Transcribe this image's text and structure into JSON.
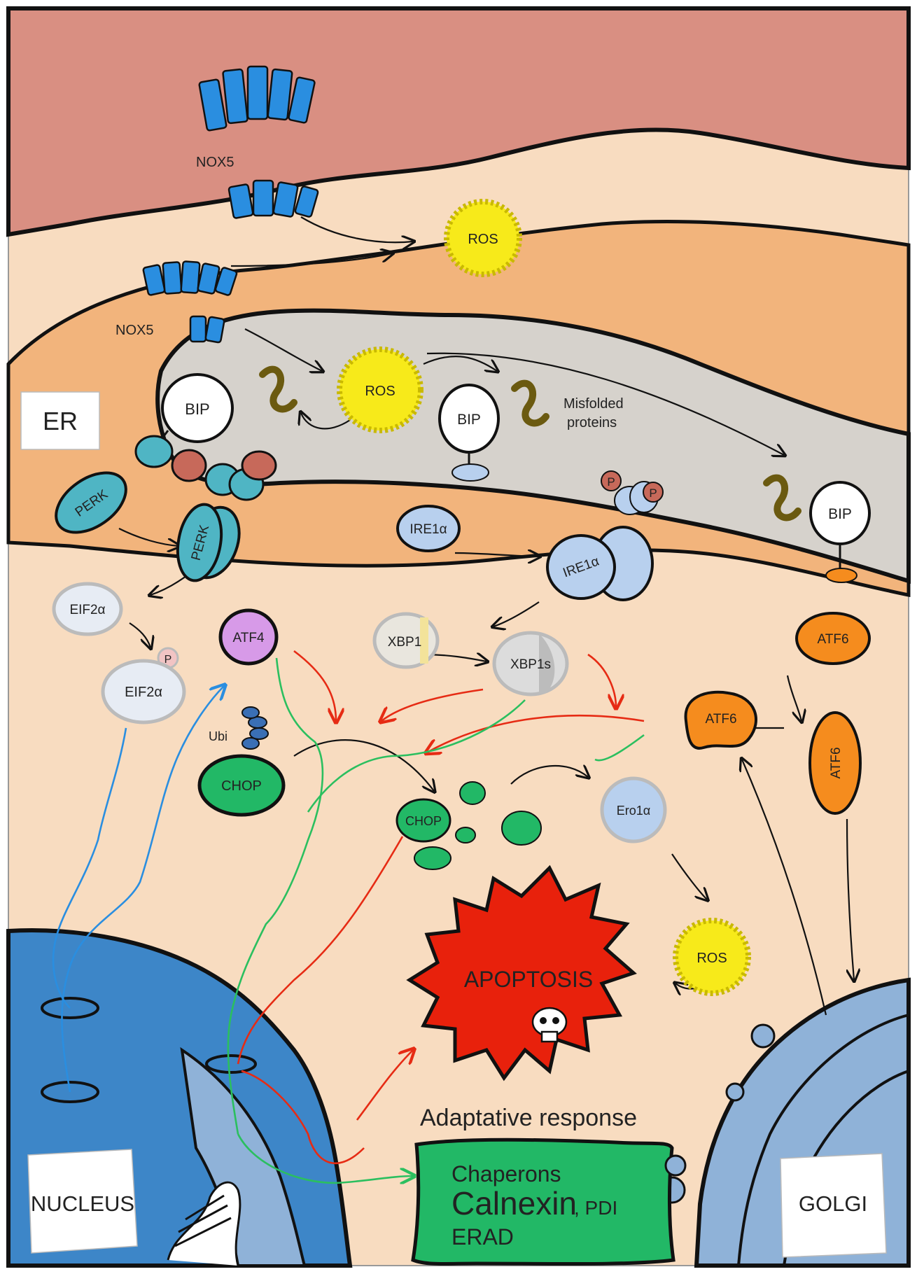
{
  "regions": {
    "er": "ER",
    "nucleus": "NUCLEUS",
    "golgi": "GOLGI"
  },
  "proteins": {
    "nox5_top": "NOX5",
    "nox5_er": "NOX5",
    "ros_1": "ROS",
    "ros_2": "ROS",
    "ros_3": "ROS",
    "bip_1": "BIP",
    "bip_2": "BIP",
    "bip_3": "BIP",
    "misfolded": "Misfolded",
    "misfolded_2": "proteins",
    "perk_1": "PERK",
    "perk_2": "PERK",
    "ire1_1": "IRE1α",
    "ire1_2": "IRE1α",
    "eif2a_1": "EIF2α",
    "eif2a_2": "EIF2α",
    "phospho": "P",
    "atf4": "ATF4",
    "xbp1": "XBP1",
    "xbp1s": "XBP1s",
    "atf6_1": "ATF6",
    "atf6_2": "ATF6",
    "atf6_3": "ATF6",
    "ubi": "Ubi",
    "chop_1": "CHOP",
    "chop_2": "CHOP",
    "ero1a": "Ero1α"
  },
  "outcomes": {
    "apoptosis": "APOPTOSIS",
    "adaptive_title": "Adaptative response",
    "chaperons": "Chaperons",
    "calnexin": "Calnexin",
    "pdi": ", PDI",
    "erad": "ERAD"
  },
  "colors": {
    "membrane": "#d98f82",
    "cytosol": "#f8dcc0",
    "er_band": "#f2b47c",
    "er_lumen": "#d6d2cc",
    "nox5": "#2a8ee0",
    "ros": "#f7ea1a",
    "perk": "#4fb5c4",
    "ire1": "#b8d0ee",
    "atf4": "#d79ae8",
    "atf6": "#f58c1e",
    "chop": "#22b866",
    "apoptosis": "#e8210c",
    "nucleus": "#3d86c8",
    "golgi": "#8fb2d8",
    "arrow_red": "#e62b14",
    "arrow_green": "#2bbf5f",
    "arrow_blue": "#2a8ee0"
  }
}
